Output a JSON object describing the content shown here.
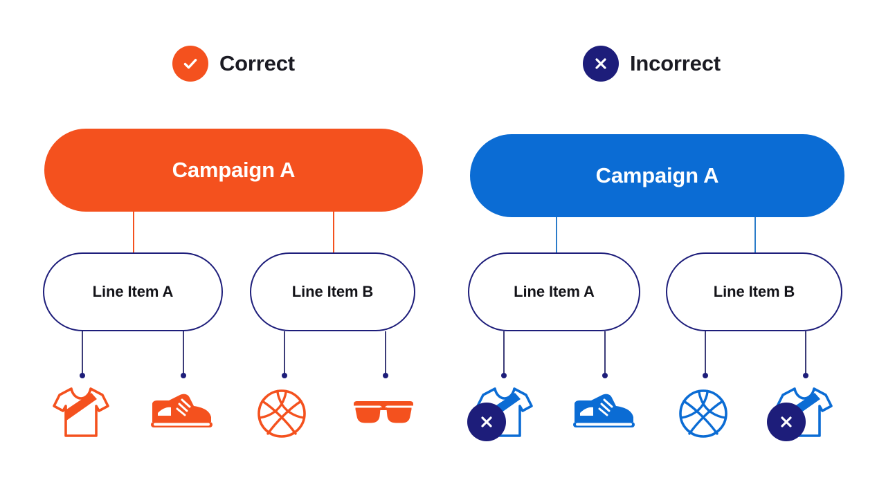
{
  "palette": {
    "orange": "#F4511E",
    "blue": "#0B6CD4",
    "navy": "#1D1D7A",
    "dark_text": "#1B1B23",
    "white": "#FFFFFF",
    "background": "#FFFFFF",
    "stem_line": "#3C3C78"
  },
  "legend": {
    "correct": {
      "label": "Correct",
      "icon": "check-circle-icon",
      "badge_color": "#F4511E"
    },
    "incorrect": {
      "label": "Incorrect",
      "icon": "x-circle-icon",
      "badge_color": "#1D1D7A"
    }
  },
  "panels": [
    {
      "id": "correct-panel",
      "status": "correct",
      "accent": "#F4511E",
      "campaign": {
        "label": "Campaign A"
      },
      "line_items": [
        {
          "label": "Line Item A",
          "products": [
            {
              "icon": "tshirt-icon",
              "name": "t-shirt",
              "flagged": false
            },
            {
              "icon": "sneaker-icon",
              "name": "sneaker",
              "flagged": false
            }
          ]
        },
        {
          "label": "Line Item B",
          "products": [
            {
              "icon": "basketball-icon",
              "name": "basketball",
              "flagged": false
            },
            {
              "icon": "sunglasses-icon",
              "name": "sunglasses",
              "flagged": false
            }
          ]
        }
      ]
    },
    {
      "id": "incorrect-panel",
      "status": "incorrect",
      "accent": "#0B6CD4",
      "campaign": {
        "label": "Campaign A"
      },
      "line_items": [
        {
          "label": "Line Item A",
          "products": [
            {
              "icon": "tshirt-icon",
              "name": "t-shirt",
              "flagged": true
            },
            {
              "icon": "sneaker-icon",
              "name": "sneaker",
              "flagged": false
            }
          ]
        },
        {
          "label": "Line Item B",
          "products": [
            {
              "icon": "basketball-icon",
              "name": "basketball",
              "flagged": false
            },
            {
              "icon": "tshirt-icon",
              "name": "t-shirt",
              "flagged": true
            }
          ]
        }
      ]
    }
  ]
}
